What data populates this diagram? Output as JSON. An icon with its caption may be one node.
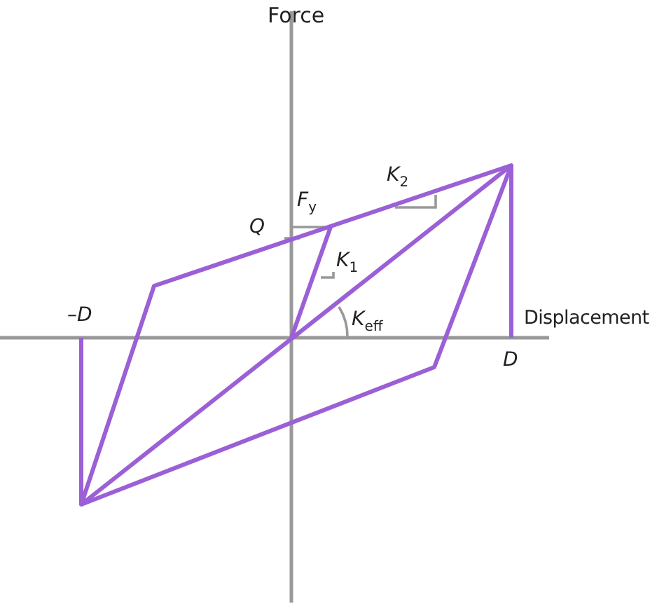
{
  "diagram": {
    "labels": [
      "Force",
      "*F*$_{y}$",
      "*K*$_{2}$",
      "*Q*",
      "*K*$_{1}$",
      "Displacement",
      "*K*$_{eff}$",
      "–*D*",
      "*D*"
    ]
  }
}
